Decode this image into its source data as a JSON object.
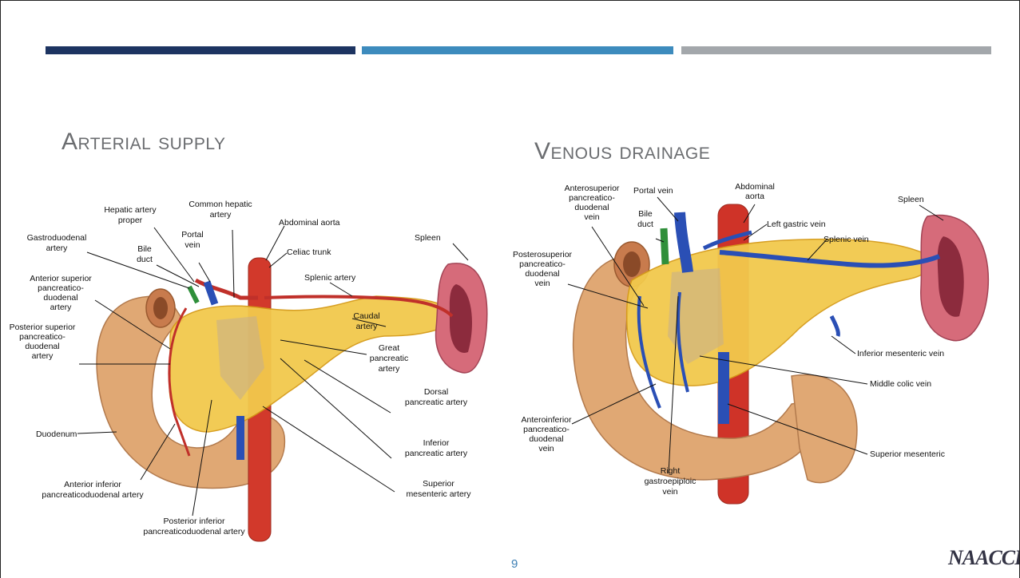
{
  "header": {
    "accent_colors": [
      "#1d3461",
      "#3d8bbd",
      "#a3a7ab"
    ]
  },
  "left": {
    "title": "Arterial supply",
    "labels": {
      "hepatic_artery_proper": [
        "Hepatic artery",
        "proper"
      ],
      "common_hepatic_artery": [
        "Common hepatic",
        "artery"
      ],
      "abdominal_aorta": "Abdominal aorta",
      "spleen": "Spleen",
      "gastroduodenal_artery": [
        "Gastroduodenal",
        "artery"
      ],
      "bile_duct": [
        "Bile",
        "duct"
      ],
      "portal_vein": [
        "Portal",
        "vein"
      ],
      "celiac_trunk": "Celiac trunk",
      "anterior_superior_pd_artery": [
        "Anterior superior",
        "pancreatico-",
        "duodenal",
        "artery"
      ],
      "splenic_artery": "Splenic artery",
      "caudal_artery": [
        "Caudal",
        "artery"
      ],
      "posterior_superior_pd_artery": [
        "Posterior superior",
        "pancreatico-",
        "duodenal",
        "artery"
      ],
      "great_pancreatic_artery": [
        "Great",
        "pancreatic",
        "artery"
      ],
      "dorsal_pancreatic_artery": [
        "Dorsal",
        "pancreatic artery"
      ],
      "duodenum": "Duodenum",
      "inferior_pancreatic_artery": [
        "Inferior",
        "pancreatic artery"
      ],
      "anterior_inferior_pd_artery": [
        "Anterior inferior",
        "pancreaticoduodenal artery"
      ],
      "superior_mesenteric_artery": [
        "Superior",
        "mesenteric artery"
      ],
      "posterior_inferior_pd_artery": [
        "Posterior inferior",
        "pancreaticoduodenal artery"
      ]
    }
  },
  "right": {
    "title": "Venous drainage",
    "labels": {
      "anterosuperior_pd_vein": [
        "Anterosuperior",
        "pancreatico-",
        "duodenal",
        "vein"
      ],
      "portal_vein": "Portal vein",
      "abdominal_aorta": [
        "Abdominal",
        "aorta"
      ],
      "spleen": "Spleen",
      "bile_duct": [
        "Bile",
        "duct"
      ],
      "left_gastric_vein": "Left gastric vein",
      "splenic_vein": "Splenic vein",
      "posterosuperior_pd_vein": [
        "Posterosuperior",
        "pancreatico-",
        "duodenal",
        "vein"
      ],
      "inferior_mesenteric_vein": "Inferior mesenteric vein",
      "middle_colic_vein": "Middle colic vein",
      "anteroinferior_pd_vein": [
        "Anteroinferior",
        "pancreatico-",
        "duodenal",
        "vein"
      ],
      "superior_mesenteric": "Superior mesenteric",
      "right_gastroepiploic_vein": [
        "Right",
        "gastroepiploic",
        "vein"
      ]
    }
  },
  "footer": {
    "page_number": "9",
    "logo_text": "NAACCR"
  }
}
